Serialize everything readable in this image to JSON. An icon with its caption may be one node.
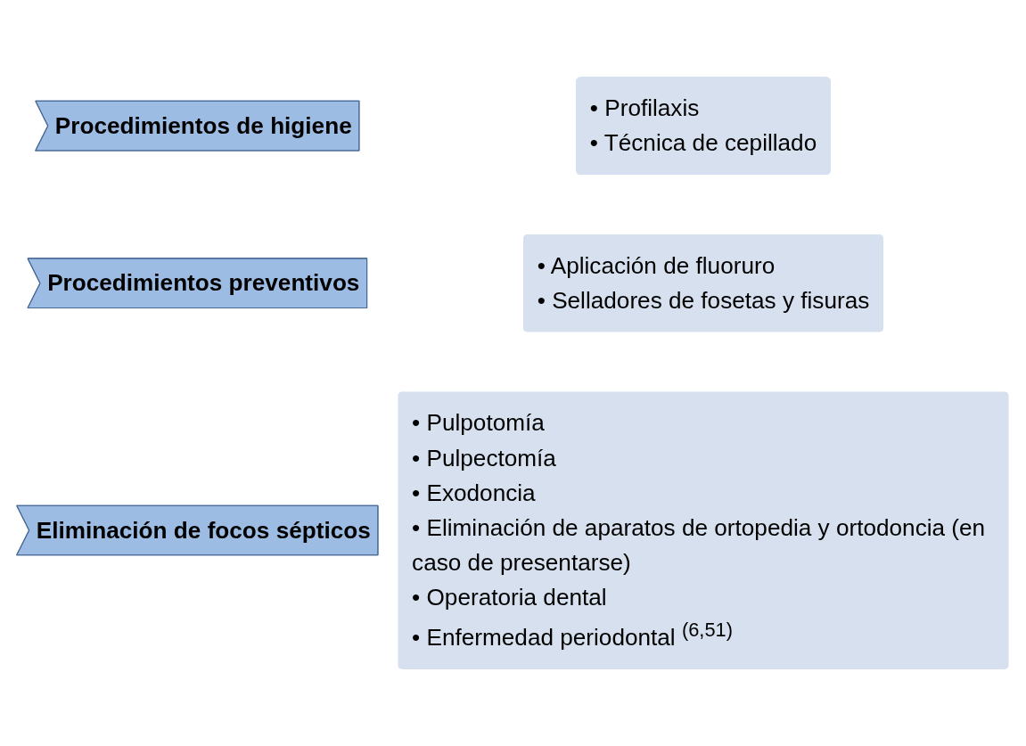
{
  "diagram": {
    "nodes": [
      {
        "text": [
          "Procedimientos de higiene"
        ]
      },
      {
        "text": [
          "• Profilaxis",
          "• Técnica de cepillado"
        ]
      },
      {
        "text": [
          "Procedimientos preventivos"
        ]
      },
      {
        "text": [
          "• Aplicación de fluoruro",
          "• Selladores de fosetas y fisuras"
        ]
      },
      {
        "text": [
          "Eliminación de focos sépticos"
        ]
      },
      {
        "text": [
          "• Pulpotomía",
          "• Pulpectomía",
          "• Exodoncia",
          "• Eliminación de aparatos de ortopedia y ortodoncia (en caso de presentarse)",
          "• Operatoria dental",
          "• Enfermedad periodontal $^{(6,51)}$"
        ]
      }
    ],
    "edges": []
  }
}
